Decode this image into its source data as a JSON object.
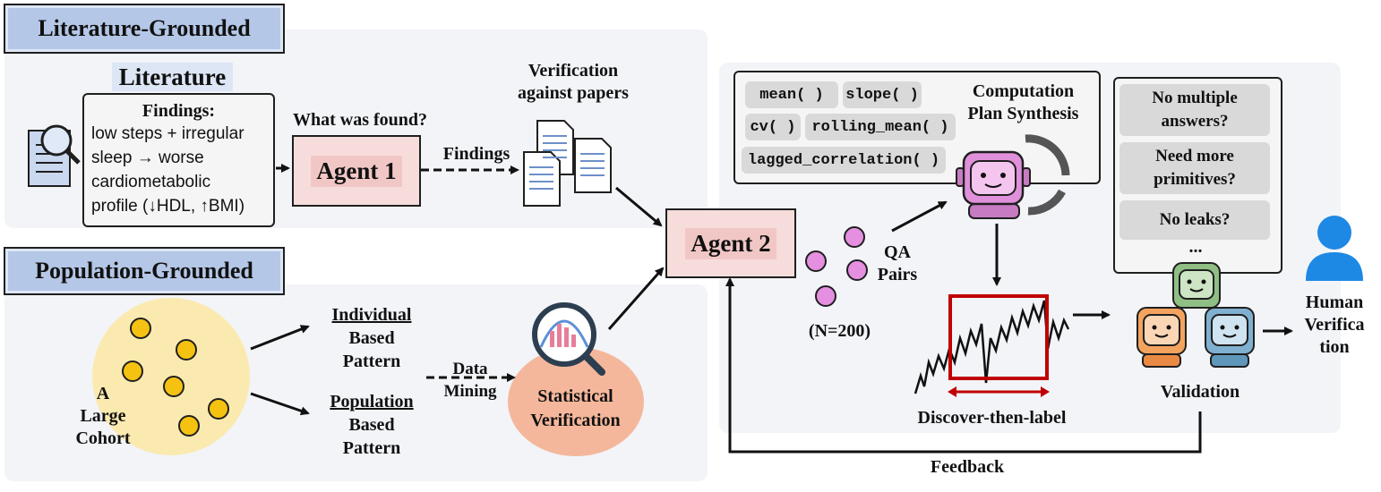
{
  "literature": {
    "tag": "Literature-Grounded",
    "heading": "Literature",
    "findings_title": "Findings:",
    "findings_lines": [
      "low steps + irregular",
      "sleep → worse",
      "cardiometabolic",
      "profile (↓HDL, ↑BMI)"
    ],
    "question": "What was found?",
    "agent": "Agent 1",
    "arrow_label": "Findings",
    "verification": [
      "Verification",
      "against papers"
    ]
  },
  "population": {
    "tag": "Population-Grounded",
    "cohort": [
      "A",
      "Large",
      "Cohort"
    ],
    "individual": [
      "Individual",
      "Based",
      "Pattern"
    ],
    "population_pattern": [
      "Population",
      "Based",
      "Pattern"
    ],
    "mining": [
      "Data",
      "Mining"
    ],
    "statistical": [
      "Statistical",
      "Verification"
    ]
  },
  "agent2": {
    "label": "Agent 2"
  },
  "right": {
    "primitives": [
      "mean( )",
      "slope( )",
      "cv( )",
      "rolling_mean( )",
      "lagged_correlation( )"
    ],
    "synthesis": [
      "Computation",
      "Plan Synthesis"
    ],
    "qa": [
      "QA",
      "Pairs"
    ],
    "n": "(N=200)",
    "discover": "Discover-then-label",
    "checks": [
      [
        "No multiple",
        "answers?"
      ],
      [
        "Need more",
        "primitives?"
      ],
      [
        "No leaks?"
      ]
    ],
    "ellipsis": "...",
    "validation": "Validation",
    "human": [
      "Human",
      "Verifica",
      "tion"
    ],
    "feedback": "Feedback"
  },
  "colors": {
    "panel": "#f2f4f8",
    "tag": "#b4c7e7",
    "agent": "#f7dcdc",
    "dot_pink": "#e58fe0",
    "dot_gold": "#f5c211",
    "cohort": "#fbeab0",
    "stat": "#f5b79b",
    "frame_red": "#c00000",
    "human_blue": "#1e88e5"
  },
  "icons": [
    "search-document-icon",
    "papers-icon",
    "robot-icon",
    "human-icon",
    "magnifier-chart-icon",
    "time-series-icon"
  ]
}
